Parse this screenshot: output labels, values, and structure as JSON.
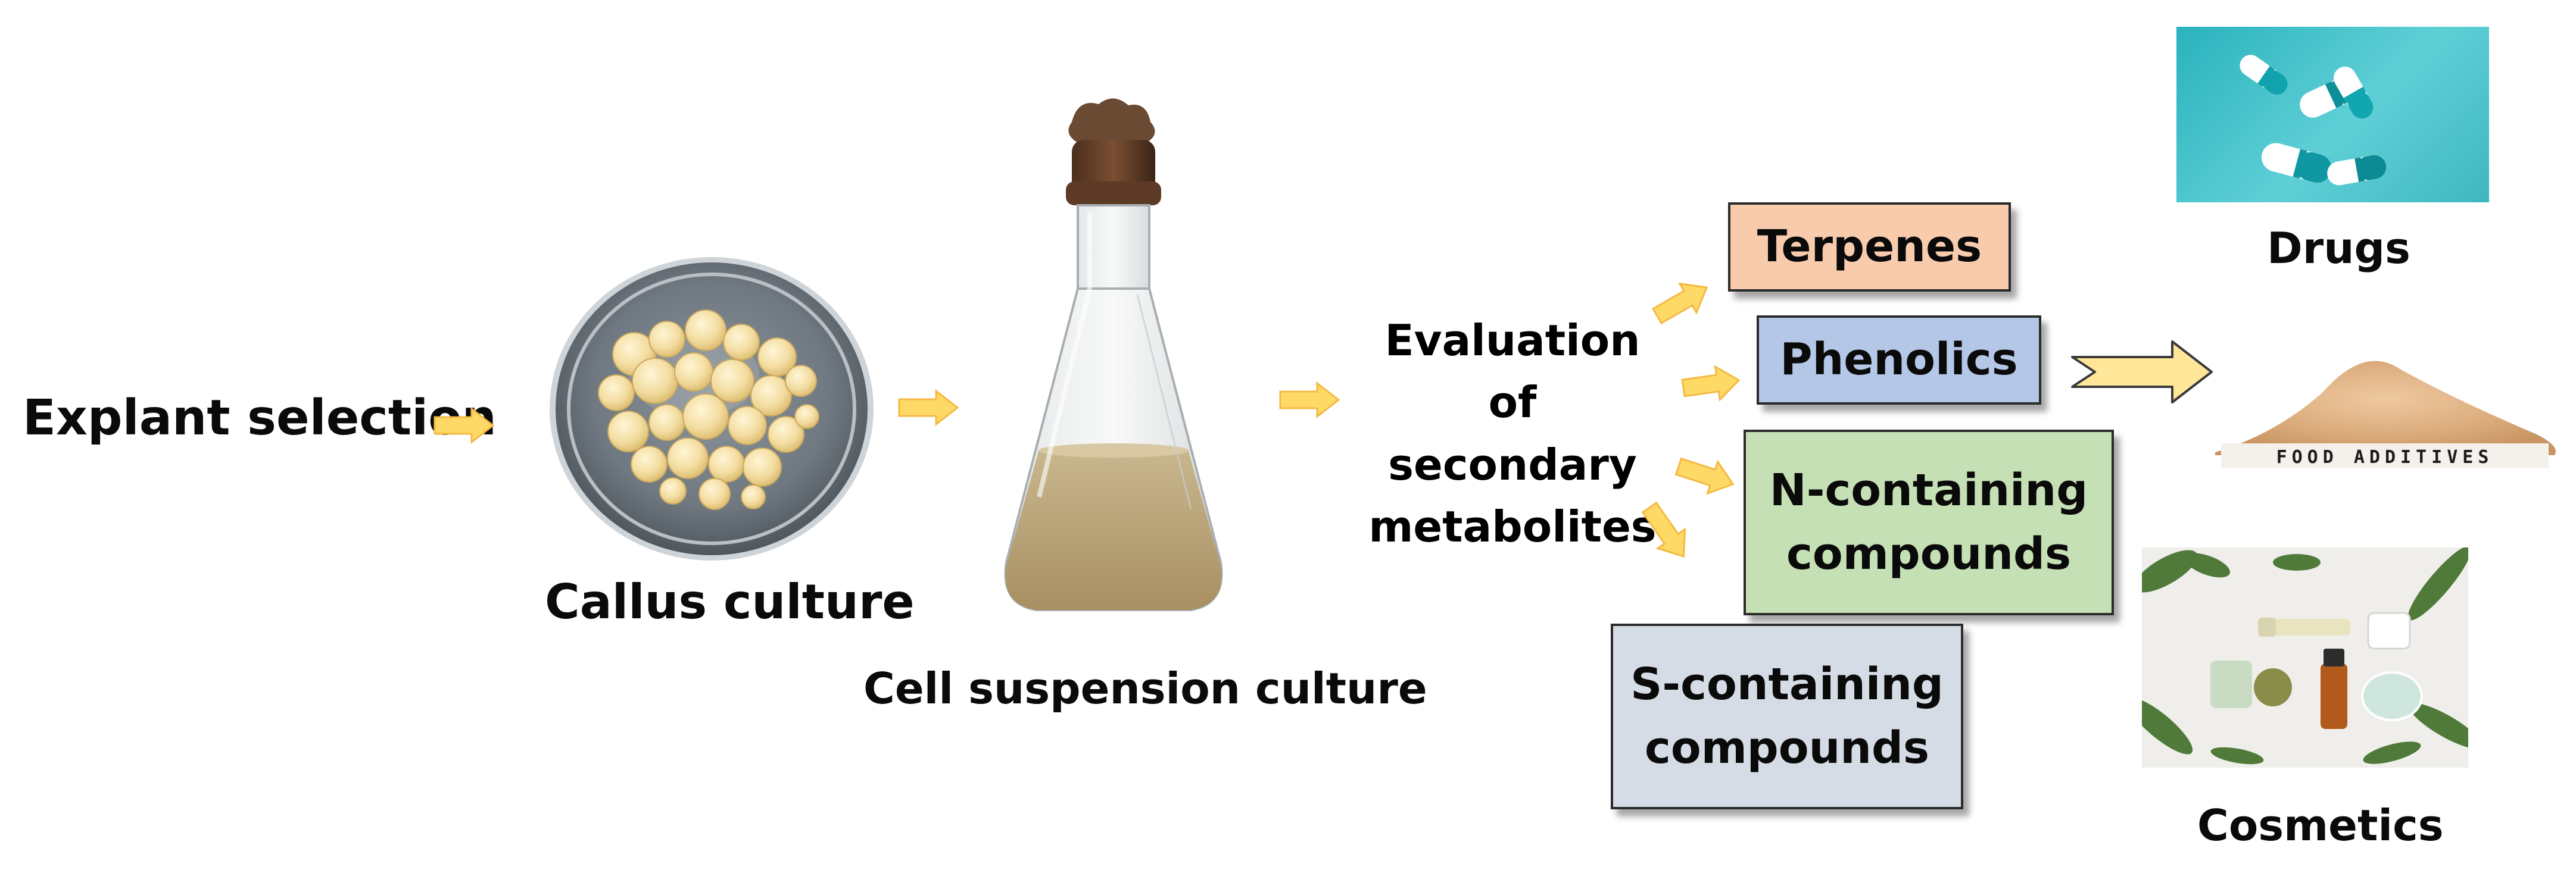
{
  "steps": {
    "explant": "Explant selection",
    "callus": "Callus culture",
    "suspension": "Cell suspension culture",
    "evaluation": "Evaluation of secondary metabolites",
    "evaluation_lines": [
      "Evaluation",
      "of secondary",
      "metabolites"
    ]
  },
  "metabolites": [
    {
      "label": "Terpenes",
      "lines": [
        "Terpenes"
      ],
      "color": "#f8cbad"
    },
    {
      "label": "Phenolics",
      "lines": [
        "Phenolics"
      ],
      "color": "#b4c7e7"
    },
    {
      "label": "N-containing compounds",
      "lines": [
        "N-containing",
        "compounds"
      ],
      "color": "#c5e0b4"
    },
    {
      "label": "S-containing compounds",
      "lines": [
        "S-containing",
        "compounds"
      ],
      "color": "#d6dce5"
    }
  ],
  "applications": {
    "drugs": "Drugs",
    "food_additives_sign": "FOOD ADDITIVES",
    "cosmetics": "Cosmetics"
  },
  "colors": {
    "arrow_fill": "#ffd966",
    "arrow_stroke": "#f4b942",
    "big_arrow_fill": "#ffe699",
    "big_arrow_stroke": "#3a3a3a"
  },
  "icons": {
    "petri_dish": "petri-dish-photo",
    "flask": "erlenmeyer-flask-photo",
    "drugs": "capsules-photo",
    "food": "powder-pile-photo",
    "cosmetics": "cosmetics-flatlay-photo"
  }
}
